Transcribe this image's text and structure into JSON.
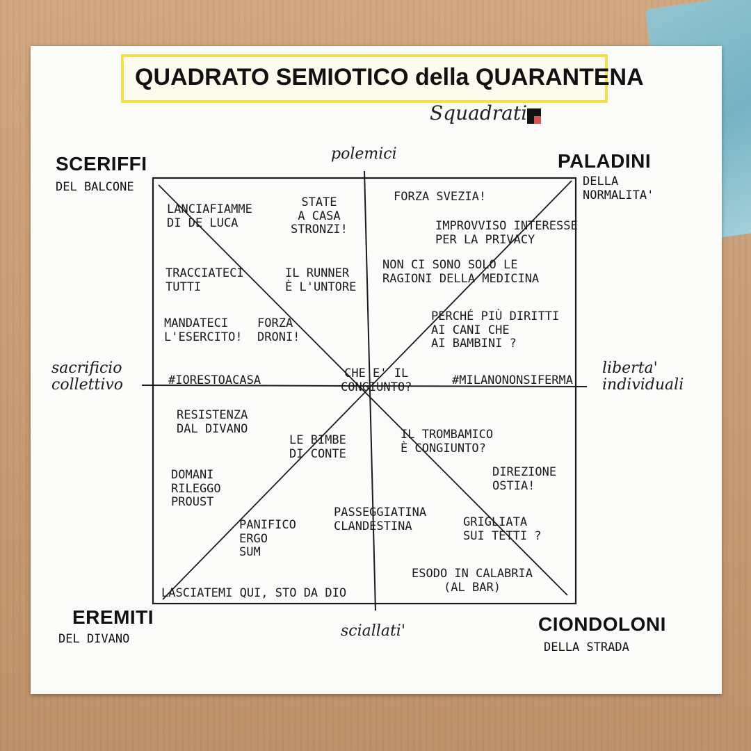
{
  "title": "QUADRATO SEMIOTICO della QUARANTENA",
  "brand": "Squadrati",
  "axes": {
    "top": "polemici",
    "bottom": "sciallati'",
    "left": "sacrificio\ncollettivo",
    "right": "liberta'\nindividuali"
  },
  "corners": {
    "top_left": {
      "title": "SCERIFFI",
      "subtitle": "DEL BALCONE"
    },
    "top_right": {
      "title": "PALADINI",
      "subtitle": "DELLA\nNORMALITA'"
    },
    "bottom_left": {
      "title": "EREMITI",
      "subtitle": "DEL DIVANO"
    },
    "bottom_right": {
      "title": "CIONDOLONI",
      "subtitle": "DELLA STRADA"
    }
  },
  "center": "CHE E' IL\nCONGIUNTO?",
  "labels": {
    "lanciafiamme": "LANCIAFIAMME\nDI DE LUCA",
    "state_a_casa": "STATE\nA CASA\nSTRONZI!",
    "tracciateci": "TRACCIATECI\nTUTTI",
    "runner": "IL RUNNER\nÈ L'UNTORE",
    "mandateci": "MANDATECI\nL'ESERCITO!",
    "forza_droni": "FORZA\nDRONI!",
    "io_resto": "#IORESTOACASA",
    "forza_svezia": "FORZA SVEZIA!",
    "privacy": "IMPROVVISO INTERESSE\nPER LA PRIVACY",
    "medicina": "NON CI SONO SOLO LE\nRAGIONI DELLA MEDICINA",
    "cani": "PERCHÉ PIÙ DIRITTI\nAI CANI CHE\nAI BAMBINI ?",
    "milano": "#MILANONONSIFERMA",
    "resistenza": "RESISTENZA\nDAL DIVANO",
    "bimbe": "LE BIMBE\nDI CONTE",
    "trombamico": "IL TROMBAMICO\nÈ CONGIUNTO?",
    "domani": "DOMANI\nRILEGGO\nPROUST",
    "direzione": "DIREZIONE\nOSTIA!",
    "passeggiatina": "PASSEGGIATINA\nCLANDESTINA",
    "panifico": "PANIFICO\nERGO\nSUM",
    "grigliata": "GRIGLIATA\nSUI TETTI ?",
    "esodo": "ESODO IN CALABRIA\n(AL BAR)",
    "lasciatemi": "LASCIATEMI QUI, STO DA DIO"
  },
  "colors": {
    "highlight": "#f1e04a",
    "ink": "#1b1b1b",
    "paper": "#fbfbfa",
    "brand_accent": "#d9534f"
  }
}
